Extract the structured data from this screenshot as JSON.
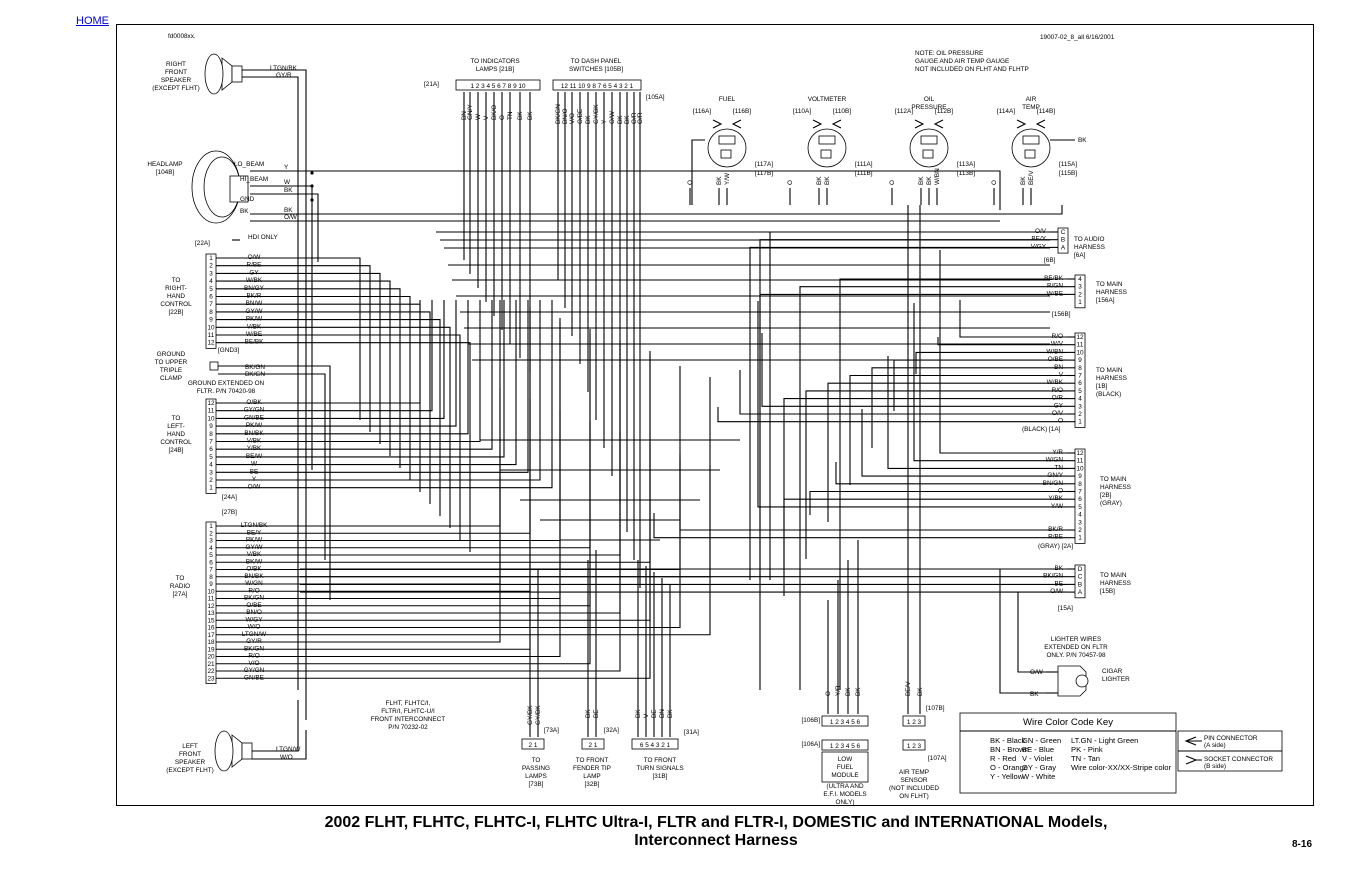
{
  "nav": {
    "home": "HOME"
  },
  "header": {
    "doc_id": "fd0008xx.",
    "drawing_ref": "19007-02_8_all   6/16/2001",
    "note": [
      "NOTE: OIL PRESSURE",
      "GAUGE AND AIR TEMP GAUGE",
      "NOT INCLUDED ON FLHT AND FLHTP"
    ]
  },
  "speakers": {
    "right": {
      "label": [
        "RIGHT",
        "FRONT",
        "SPEAKER",
        "(EXCEPT FLHT)"
      ],
      "wires": [
        "LTGN/BK",
        "GY/R"
      ]
    },
    "left": {
      "label": [
        "LEFT",
        "FRONT",
        "SPEAKER",
        "(EXCEPT FLHT)"
      ],
      "wires": [
        "LTGN/W",
        "W/O"
      ]
    }
  },
  "headlamp": {
    "label": [
      "HEADLAMP",
      "[104B]"
    ],
    "terms": [
      "LO_BEAM",
      "HI_BEAM",
      "GND",
      "BK"
    ],
    "wires": [
      "Y",
      "W",
      "BK",
      "BK",
      "O/W"
    ],
    "note": "HDI ONLY"
  },
  "indicators": {
    "label": [
      "TO INDICATORS",
      "LAMPS [21B]"
    ],
    "ref": "[21A]",
    "pins": "1 2 3 4 5 6 7 8 9 10",
    "wires": [
      "BN",
      "GN/Y",
      "W",
      "V",
      "BK/O",
      "O",
      "TN",
      "BK",
      "BK"
    ]
  },
  "dash_switches": {
    "label": [
      "TO DASH PANEL",
      "SWITCHES [105B]"
    ],
    "ref": "[105A]",
    "pins": "12 11 10  9 8 7 6 5 4 3 2 1",
    "wires": [
      "BK/GN",
      "BN/O",
      "V/O",
      "O/BE",
      "BK",
      "GY/BK",
      "Y",
      "O/W",
      "BK",
      "BK",
      "O/R",
      "O/R"
    ]
  },
  "gauges": [
    {
      "name": [
        "FUEL"
      ],
      "refs": [
        "[116A]",
        "[116B]"
      ],
      "side": [
        "[117A]",
        "[117B]"
      ],
      "wires": [
        "O",
        "BK",
        "Y/W"
      ]
    },
    {
      "name": [
        "VOLTMETER"
      ],
      "refs": [
        "[110A]",
        "[110B]"
      ],
      "side": [
        "[111A]",
        "[111B]"
      ],
      "wires": [
        "O",
        "BK",
        "BK"
      ]
    },
    {
      "name": [
        "OIL",
        "PRESSURE"
      ],
      "refs": [
        "[112A]",
        "[112B]"
      ],
      "side": [
        "[113A]",
        "[113B]"
      ],
      "wires": [
        "O",
        "BK",
        "BK",
        "W/BN"
      ]
    },
    {
      "name": [
        "AIR",
        "TEMP"
      ],
      "refs": [
        "[114A]",
        "[114B]"
      ],
      "side": [
        "[115A]",
        "[115B]"
      ],
      "wires": [
        "O",
        "BK",
        "BE/V"
      ]
    }
  ],
  "gauge_bk": "BK",
  "right_hand_control": {
    "label": [
      "TO",
      "RIGHT-",
      "HAND",
      "CONTROL",
      "[22B]"
    ],
    "ref_top": "[22A]",
    "pins": [
      "1",
      "2",
      "3",
      "4",
      "5",
      "6",
      "7",
      "8",
      "9",
      "10",
      "11",
      "12"
    ],
    "wires": [
      "O/W",
      "R/BE",
      "GY",
      "W/BK",
      "BN/GY",
      "BK/R",
      "BN/W",
      "GY/W",
      "PK/W",
      "V/BK",
      "W/BE",
      "BE/BK"
    ]
  },
  "ground": {
    "label": [
      "GROUND",
      "TO UPPER",
      "TRIPLE",
      "CLAMP"
    ],
    "ref": "[GND3]",
    "note": [
      "GROUND EXTENDED ON",
      "FLTR.  P/N 70420-98"
    ],
    "wires": [
      "BK/GN",
      "BK/GN"
    ]
  },
  "left_hand_control": {
    "label": [
      "TO",
      "LEFT-",
      "HAND",
      "CONTROL",
      "[24B]"
    ],
    "ref_bottom": "[24A]",
    "pins": [
      "12",
      "11",
      "10",
      "9",
      "8",
      "7",
      "6",
      "5",
      "4",
      "3",
      "2",
      "1"
    ],
    "wires": [
      "O/BK",
      "GY/GN",
      "GN/BE",
      "PK/W",
      "BN/BK",
      "V/BK",
      "Y/BK",
      "BE/W",
      "W",
      "BE",
      "Y",
      "O/W"
    ]
  },
  "radio": {
    "label": [
      "TO",
      "RADIO",
      "[27A]"
    ],
    "ref_top": "[27B]",
    "pins": [
      "1",
      "2",
      "3",
      "4",
      "5",
      "6",
      "7",
      "8",
      "9",
      "10",
      "11",
      "12",
      "13",
      "15",
      "16",
      "17",
      "18",
      "19",
      "20",
      "21",
      "22",
      "23"
    ],
    "wires": [
      "LTGN/BK",
      "BE/Y",
      "PK/W",
      "GY/W",
      "V/BK",
      "BK/W",
      "O/BK",
      "BN/BK",
      "W/GN",
      "R/O",
      "BK/GN",
      "O/BE",
      "BN/O",
      "W/GY",
      "W/O",
      "LTGN/W",
      "GY/R",
      "BK/GN",
      "R/O",
      "V/O",
      "GY/GN",
      "GN/BE"
    ]
  },
  "audio_harness": {
    "label": [
      "TO AUDIO",
      "HARNESS",
      "[6A]"
    ],
    "ref": "[6B]",
    "pins": [
      "C",
      "B",
      "A"
    ],
    "wires": [
      "O/V",
      "BE/Y",
      "V/GY"
    ]
  },
  "main_156": {
    "label": [
      "TO MAIN",
      "HARNESS",
      "[156A]"
    ],
    "ref": "[156B]",
    "pins": [
      "4",
      "3",
      "2",
      "1"
    ],
    "wires": [
      "BE/BK",
      "R/GN",
      "W/BE"
    ]
  },
  "main_1": {
    "label": [
      "TO MAIN",
      "HARNESS",
      "[1B]",
      "(BLACK)"
    ],
    "ref": "(BLACK) [1A]",
    "pins": [
      "12",
      "11",
      "10",
      "9",
      "8",
      "7",
      "6",
      "5",
      "4",
      "3",
      "2",
      "1"
    ],
    "wires": [
      "R/O",
      "W/V",
      "W/BN",
      "O/BE",
      "BN",
      "V",
      "W/BK",
      "R/O",
      "O/R",
      "GY",
      "O/V",
      "O"
    ]
  },
  "main_2": {
    "label": [
      "TO MAIN",
      "HARNESS",
      "[2B]",
      "(GRAY)"
    ],
    "ref": "(GRAY) [2A]",
    "pins": [
      "12",
      "11",
      "10",
      "9",
      "8",
      "7",
      "6",
      "5",
      "4",
      "3",
      "2",
      "1"
    ],
    "wires": [
      "Y/R",
      "W/GN",
      "TN",
      "GN/Y",
      "BN/GN",
      "O",
      "Y/BK",
      "Y/W",
      "",
      "",
      "BK/R",
      "R/BE"
    ]
  },
  "main_15": {
    "label": [
      "TO MAIN",
      "HARNESS",
      "[15B]"
    ],
    "ref": "[15A]",
    "pins": [
      "D",
      "C",
      "B",
      "A"
    ],
    "wires": [
      "BK",
      "BK/GN",
      "BE",
      "O/W"
    ]
  },
  "lighter": {
    "note": [
      "LIGHTER WIRES",
      "EXTENDED ON FLTR",
      "ONLY.  P/N 70457-98"
    ],
    "label": [
      "CIGAR",
      "LIGHTER"
    ],
    "wires": [
      "O/W",
      "BK"
    ]
  },
  "passing": {
    "label": [
      "TO",
      "PASSING",
      "LAMPS",
      "[73B]"
    ],
    "ref": "[73A]",
    "pins": "2 1",
    "wires": [
      "GY/BK",
      "GY/BK"
    ]
  },
  "fender": {
    "label": [
      "TO FRONT",
      "FENDER TIP",
      "LAMP",
      "[32B]"
    ],
    "ref": "[32A]",
    "pins": "2 1",
    "wires": [
      "BK",
      "BE"
    ]
  },
  "turn": {
    "label": [
      "TO FRONT",
      "TURN SIGNALS",
      "[31B]"
    ],
    "ref": "[31A]",
    "pins": "6 5 4 3 2 1",
    "wires": [
      "BK",
      "V",
      "BE",
      "BN",
      "BK"
    ]
  },
  "fuel_module": {
    "label": [
      "LOW",
      "FUEL",
      "MODULE"
    ],
    "note": [
      "(ULTRA AND",
      "E.F.I. MODELS",
      "ONLY)"
    ],
    "refs": [
      "[106B]",
      "[106A]"
    ],
    "pins": "1 2 3 4 5 6",
    "wires": [
      "O",
      "Y/R",
      "BK",
      "BK"
    ]
  },
  "air_temp_sensor": {
    "label": [
      "AIR TEMP",
      "SENSOR"
    ],
    "note": [
      "(NOT INCLUDED",
      "ON FLHT)"
    ],
    "refs": [
      "[107B]",
      "[107A]"
    ],
    "pins": "1 2 3",
    "wires": [
      "BE/V",
      "BK"
    ]
  },
  "front_interconnect": {
    "label": [
      "FLHT, FLHTC/I,",
      "FLTR/I, FLHTC-U/I",
      "FRONT INTERCONNECT",
      "P/N 70232-02"
    ]
  },
  "color_key": {
    "title": "Wire Color Code Key",
    "col1": [
      "BK - Black",
      "BN - Brown",
      "R - Red",
      "O - Orange",
      "Y - Yellow"
    ],
    "col2": [
      "GN - Green",
      "BE - Blue",
      "V - Violet",
      "GY - Gray",
      "W - White"
    ],
    "col3": [
      "LT.GN - Light Green",
      "PK - Pink",
      "TN - Tan",
      "Wire color-XX/XX-Stripe color"
    ]
  },
  "connector_legend": {
    "pin": [
      "PIN CONNECTOR",
      "(A side)"
    ],
    "socket": [
      "SOCKET CONNECTOR",
      "(B side)"
    ]
  },
  "footer": {
    "title_line1": "2002 FLHT, FLHTC, FLHTC-I, FLHTC Ultra-I, FLTR and FLTR-I, DOMESTIC and INTERNATIONAL Models,",
    "title_line2": "Interconnect Harness",
    "page": "8-16"
  }
}
